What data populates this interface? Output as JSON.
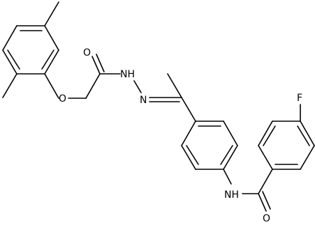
{
  "atoms": {
    "o_ether": "O",
    "o_carbonyl_left": "O",
    "nh_hydrazide": "NH",
    "n_hydrazone": "N",
    "fluorine": "F",
    "nh_amide": "NH",
    "o_carbonyl_right": "O"
  }
}
